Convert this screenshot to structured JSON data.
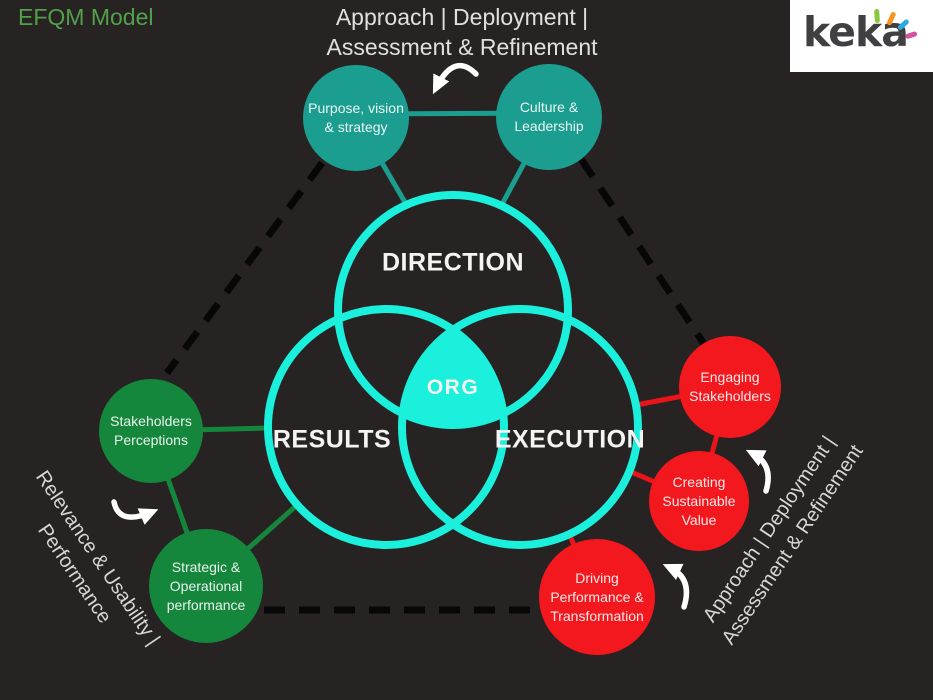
{
  "page": {
    "title": "EFQM Model"
  },
  "logo": {
    "text": "keka"
  },
  "top_label": {
    "line1": "Approach | Deployment |",
    "line2": "Assessment & Refinement"
  },
  "venn": {
    "direction": "DIRECTION",
    "results": "RESULTS",
    "execution": "EXECUTION",
    "center": "ORG"
  },
  "nodes": {
    "teal": [
      {
        "label": "Purpose, vision & strategy"
      },
      {
        "label": "Culture & Leadership"
      }
    ],
    "green": [
      {
        "label": "Stakeholders Perceptions"
      },
      {
        "label": "Strategic & Operational performance"
      }
    ],
    "red": [
      {
        "label": "Engaging Stakeholders"
      },
      {
        "label": "Creating Sustainable Value"
      },
      {
        "label": "Driving Performance & Transformation"
      }
    ]
  },
  "rotated_labels": {
    "left": {
      "line1": "Relevance & Usability |",
      "line2": "Performance"
    },
    "right": {
      "line1": "Approach | Deployment |",
      "line2": "Assessment & Refinement"
    }
  },
  "colors": {
    "background": "#272323",
    "ring_cyan": "#1BF0DC",
    "teal_node": "#1B9E8F",
    "green_node": "#15873C",
    "red_node": "#F2181D",
    "title_green": "#53A04A",
    "dashed_line": "#070707",
    "arrow_white": "#FFFFFF",
    "logo_sparks": [
      "#8CC63E",
      "#F7941E",
      "#29ABE2",
      "#D6519F"
    ]
  }
}
